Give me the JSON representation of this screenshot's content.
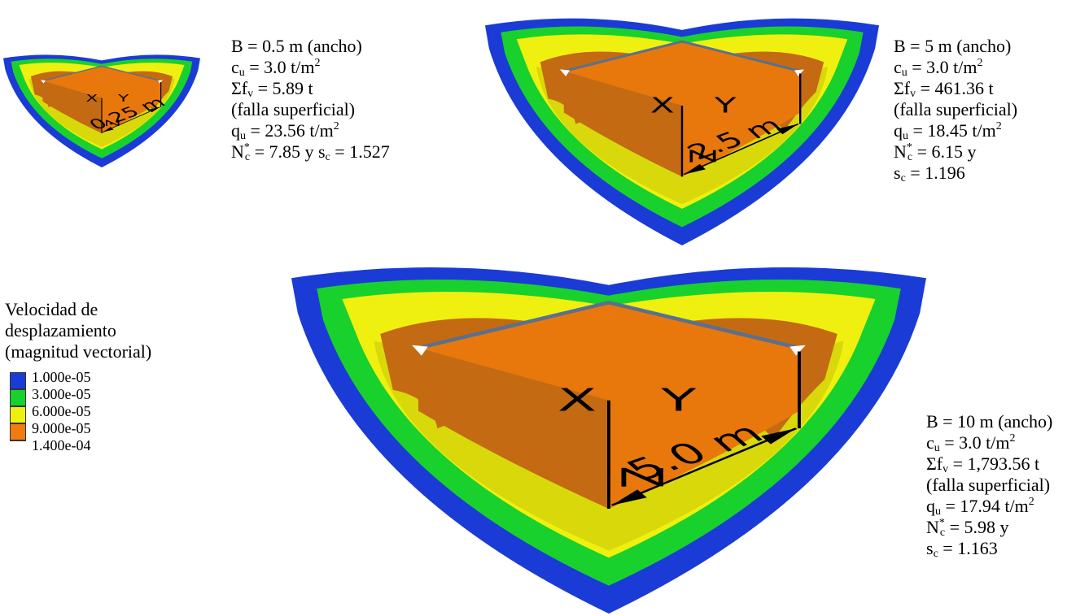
{
  "legend": {
    "title_lines": [
      "Velocidad de",
      "desplazamiento",
      "(magnitud vectorial)"
    ],
    "items": [
      {
        "label": "1.000e-05",
        "color": "#1b3bd6"
      },
      {
        "label": "3.000e-05",
        "color": "#19d12c"
      },
      {
        "label": "6.000e-05",
        "color": "#f0f010"
      },
      {
        "label": "9.000e-05",
        "color": "#f07c10"
      },
      {
        "label": "1.400e-04",
        "color": "#ffffff"
      }
    ]
  },
  "zone_colors": {
    "outer": "#1b3bd6",
    "green": "#19d12c",
    "yellow": "#f0f010",
    "olive": "#d8d80a",
    "orange": "#e8780c",
    "orange_dark": "#c46a12",
    "block_top": "#e8780c",
    "block_edge": "#5a7090"
  },
  "axes": {
    "x": "X",
    "y": "Y",
    "z": "Z"
  },
  "models": [
    {
      "id": "small",
      "dimension": "0.25 m",
      "B": "B  = 0.5 m (ancho)",
      "cu_prefix": "c",
      "cu_sub": "u",
      "cu_value": " = 3.0 t/m",
      "cu_exp": "2",
      "sf_prefix": "Σf",
      "sf_sub": "v",
      "sf_value": " = 5.89 t",
      "failure": "(falla superficial)",
      "qu_prefix": "q",
      "qu_sub": "u",
      "qu_value": " = 23.56 t/m",
      "qu_exp": "2",
      "nc_prefix": "N",
      "nc_sup": "*",
      "nc_sub": "c",
      "nc_value": " = 7.85 y s",
      "nc_sc_sub": "c",
      "nc_sc_value": " = 1.527"
    },
    {
      "id": "medium",
      "dimension": "2.5 m",
      "B": "B  = 5 m (ancho)",
      "cu_prefix": "c",
      "cu_sub": "u",
      "cu_value": " = 3.0 t/m",
      "cu_exp": "2",
      "sf_prefix": "Σf",
      "sf_sub": "v",
      "sf_value": " = 461.36 t",
      "failure": "(falla superficial)",
      "qu_prefix": "q",
      "qu_sub": "u",
      "qu_value": " = 18.45 t/m",
      "qu_exp": "2",
      "nc_prefix": "N",
      "nc_sup": "*",
      "nc_sub": "c",
      "nc_value": " = 6.15 y",
      "sc_prefix": "s",
      "sc_sub": "c",
      "sc_value": " = 1.196"
    },
    {
      "id": "large",
      "dimension": "5.0 m",
      "B": "B  = 10 m (ancho)",
      "cu_prefix": "c",
      "cu_sub": "u",
      "cu_value": " = 3.0 t/m",
      "cu_exp": "2",
      "sf_prefix": "Σf",
      "sf_sub": "v",
      "sf_value": "  =  1,793.56  t",
      "failure": "(falla superficial)",
      "qu_prefix": "q",
      "qu_sub": "u",
      "qu_value": " = 17.94 t/m",
      "qu_exp": "2",
      "nc_prefix": "N",
      "nc_sup": "*",
      "nc_sub": "c",
      "nc_value": " = 5.98 y",
      "sc_prefix": "s",
      "sc_sub": "c",
      "sc_value": " = 1.163"
    }
  ]
}
